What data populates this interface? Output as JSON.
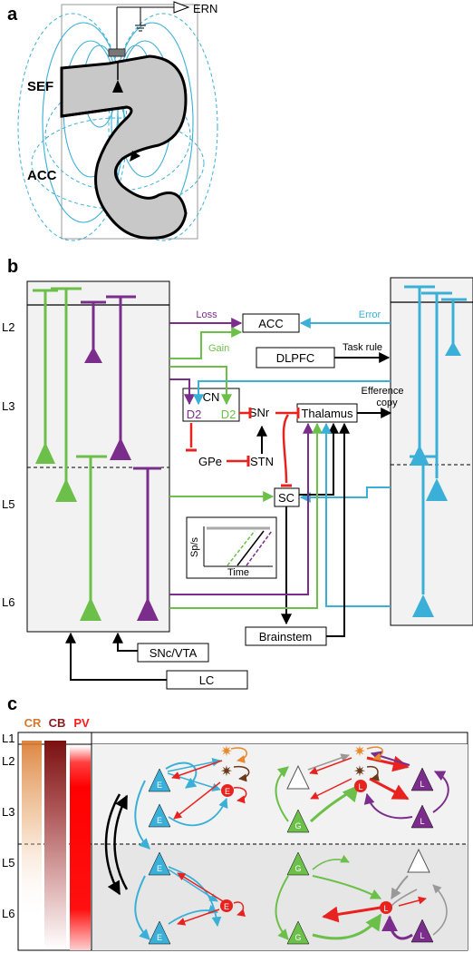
{
  "panel_a": {
    "label": "a",
    "ern": "ERN",
    "sef": "SEF",
    "acc": "ACC"
  },
  "panel_b": {
    "label": "b",
    "layers": [
      "L2",
      "L3",
      "L5",
      "L6"
    ],
    "loss": "Loss",
    "gain": "Gain",
    "error": "Error",
    "acc_box": "ACC",
    "dlpfc": "DLPFC",
    "task_rule": "Task rule",
    "efference_line1": "Efference",
    "efference_line2": "copy",
    "cn": "CN",
    "d2_left": "D2",
    "d2_right": "D2",
    "snr": "SNr",
    "thalamus": "Thalamus",
    "gpe": "GPe",
    "stn": "STN",
    "sc": "SC",
    "inset_y": "Sp/s",
    "inset_x": "Time",
    "brainstem": "Brainstem",
    "snc_vta": "SNc/VTA",
    "lc": "LC"
  },
  "panel_c": {
    "label": "c",
    "markers": [
      "CR",
      "CB",
      "PV"
    ],
    "marker_colors": [
      "#d9772b",
      "#8b1a1a",
      "#ff1a1a"
    ],
    "layers": [
      "L1",
      "L2",
      "L3",
      "L5",
      "L6"
    ],
    "e_label": "E",
    "g_label": "G",
    "l_label": "L"
  },
  "colors": {
    "green": "#6cc04a",
    "purple": "#7b2d8b",
    "blue": "#3ab0d8",
    "red": "#e8231f",
    "gray": "#999999"
  }
}
